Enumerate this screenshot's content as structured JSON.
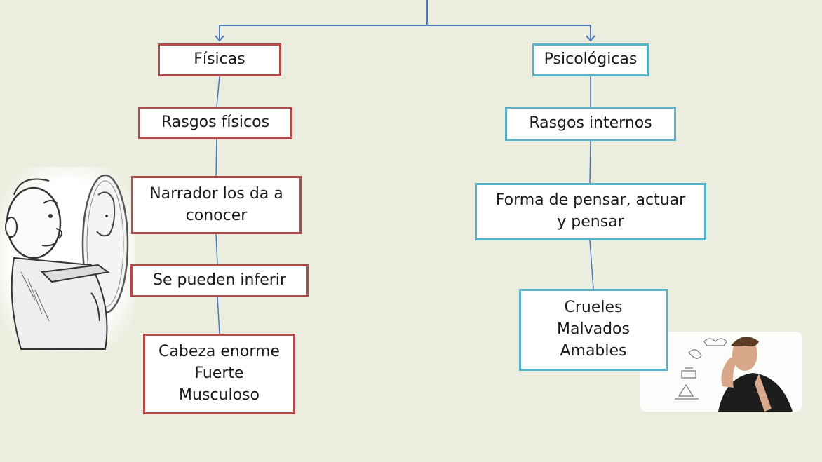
{
  "colors": {
    "background": "#ebeedf",
    "left_border": "#b34a4a",
    "right_border": "#56b3c9",
    "connector": "#4a78b8"
  },
  "left": {
    "title": "Físicas",
    "nodes": [
      {
        "lines": [
          "Rasgos físicos"
        ]
      },
      {
        "lines": [
          "Narrador los da a",
          "conocer"
        ]
      },
      {
        "lines": [
          "Se pueden inferir"
        ]
      },
      {
        "lines": [
          "Cabeza enorme",
          "Fuerte",
          "Musculoso"
        ]
      }
    ]
  },
  "right": {
    "title": "Psicológicas",
    "nodes": [
      {
        "lines": [
          "Rasgos internos"
        ]
      },
      {
        "lines": [
          "Forma de pensar, actuar",
          "y pensar"
        ]
      },
      {
        "lines": [
          "Crueles",
          "Malvados",
          "Amables"
        ]
      }
    ]
  },
  "illustrations": [
    {
      "icon": "man-looking-in-mirror-sketch"
    },
    {
      "icon": "thinking-young-man-photo"
    }
  ]
}
